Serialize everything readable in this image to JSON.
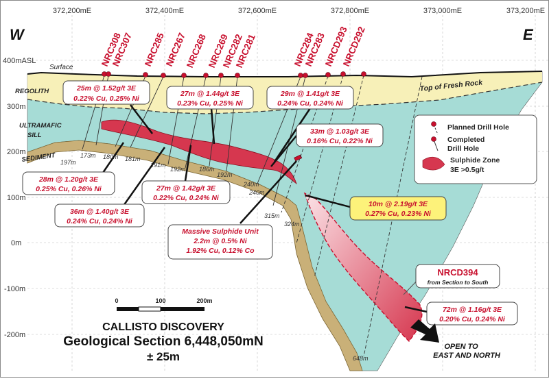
{
  "axes": {
    "eastings": [
      "372,200mE",
      "372,400mE",
      "372,600mE",
      "372,800mE",
      "373,000mE",
      "373,200mE"
    ],
    "elevations": [
      "400mASL",
      "300m",
      "200m",
      "100m",
      "0m",
      "-100m",
      "-200m"
    ],
    "west": "W",
    "east": "E"
  },
  "units": {
    "surface": "Surface",
    "regolith": "REGOLITH",
    "ultramafic_1": "ULTRAMAFIC",
    "ultramafic_2": "SILL",
    "sediment": "SEDIMENT",
    "top_fresh_rock": "Top  of  Fresh  Rock"
  },
  "holes": [
    "NRC308",
    "NRC307",
    "NRC285",
    "NRC267",
    "NRC268",
    "NRC269",
    "NRC282",
    "NRC281",
    "NRC284",
    "NRC283",
    "NRCD293",
    "NRCD292"
  ],
  "depths": [
    "173m",
    "197m",
    "180m",
    "181m",
    "191m",
    "192m",
    "186m",
    "192m",
    "240m",
    "240m",
    "315m",
    "324m",
    "648m"
  ],
  "intercepts": [
    {
      "l1": "25m @ 1.52g/t 3E",
      "l2": "0.22% Cu, 0.25% Ni"
    },
    {
      "l1": "27m @ 1.44g/t 3E",
      "l2": "0.23% Cu, 0.25% Ni"
    },
    {
      "l1": "29m @ 1.41g/t 3E",
      "l2": "0.24% Cu, 0.24% Ni"
    },
    {
      "l1": "33m @ 1.03g/t 3E",
      "l2": "0.16% Cu, 0.22% Ni"
    },
    {
      "l1": "28m @ 1.20g/t 3E",
      "l2": "0.25% Cu, 0.26% Ni"
    },
    {
      "l1": "27m @ 1.42g/t 3E",
      "l2": "0.22% Cu, 0.24% Ni"
    },
    {
      "l1": "36m @ 1.40g/t 3E",
      "l2": "0.24% Cu, 0.24% Ni"
    },
    {
      "l1": "10m @ 2.19g/t 3E",
      "l2": "0.27% Cu, 0.23% Ni"
    },
    {
      "l1": "72m @ 1.16g/t 3E",
      "l2": "0.20% Cu, 0.24% Ni"
    }
  ],
  "massive": {
    "title": "Massive Sulphide Unit",
    "l1": "2.2m @ 0.5% Ni",
    "l2": "1.92% Cu, 0.12% Co"
  },
  "nrcd394": {
    "name": "NRCD394",
    "note": "from Section to South"
  },
  "legend": {
    "planned": "Planned Drill Hole",
    "completed_1": "Completed",
    "completed_2": "Drill Hole",
    "zone_1": "Sulphide Zone",
    "zone_2": "3E >0.5g/t"
  },
  "scale": {
    "labels": [
      "0",
      "100",
      "200m"
    ]
  },
  "title": {
    "line1": "CALLISTO DISCOVERY",
    "line2": "Geological Section 6,448,050mN",
    "line3": "± 25m"
  },
  "open_note": {
    "l1": "OPEN TO",
    "l2": "EAST AND NORTH"
  },
  "colors": {
    "regolith": "#f7f0b8",
    "ultramafic": "#a6dcd6",
    "sediment": "#c9b078",
    "sulphide": "#d6374f",
    "highlight_box": "#fdf27a",
    "accent_red": "#c8102e"
  }
}
